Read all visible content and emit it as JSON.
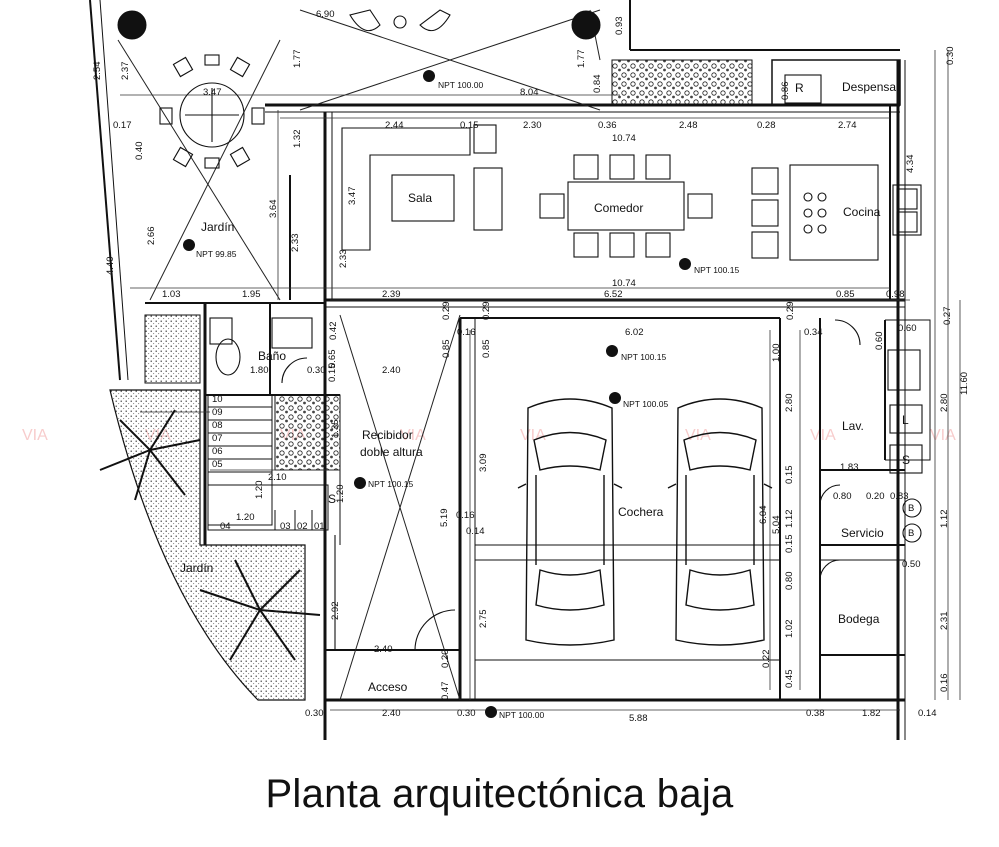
{
  "title": "Planta arquitectónica baja",
  "watermark": "VIA",
  "rooms": {
    "sala": "Sala",
    "comedor": "Comedor",
    "cocina": "Cocina",
    "despensa": "Despensa",
    "refrigerator": "R",
    "jardin_top": "Jardín",
    "jardin_bottom": "Jardín",
    "bano": "Baño",
    "recibidor_1": "Recibidor",
    "recibidor_2": "doble altura",
    "cochera": "Cochera",
    "lavanderia": "Lav.",
    "servicio": "Servicio",
    "bodega": "Bodega",
    "acceso": "Acceso",
    "stair_s": "S",
    "lav_l": "L",
    "lav_s": "S",
    "boiler_1": "B",
    "boiler_2": "B"
  },
  "levels": {
    "n1": "NPT 100.00",
    "n2": "NPT 99.85",
    "n3": "NPT 100.15",
    "n4": "NPT 100.15",
    "n5": "NPT 100.05",
    "n6": "NPT 100.15",
    "n7": "NPT 100.00"
  },
  "dimensions": {
    "d690": "6.90",
    "d347": "3.47",
    "d177a": "1.77",
    "d177b": "1.77",
    "d093": "0.93",
    "d030a": "0.30",
    "d254": "2.54",
    "d237": "2.37",
    "d804": "8.04",
    "d084": "0.84",
    "d086": "0.86",
    "d017": "0.17",
    "d040": "0.40",
    "d266": "2.66",
    "d440": "4.40",
    "d244": "2.44",
    "d015a": "0.15",
    "d230": "2.30",
    "d036": "0.36",
    "d248": "2.48",
    "d028": "0.28",
    "d274": "2.74",
    "d1074a": "10.74",
    "d132": "1.32",
    "d364": "3.64",
    "d347b": "3.47",
    "d233a": "2.33",
    "d233b": "2.33",
    "d434": "4.34",
    "d1074b": "10.74",
    "d103": "1.03",
    "d195": "1.95",
    "d239": "2.39",
    "d652": "6.52",
    "d085a": "0.85",
    "d098": "0.98",
    "d029a": "0.29",
    "d029b": "0.29",
    "d016a": "0.16",
    "d602": "6.02",
    "d029c": "0.29",
    "d034": "0.34",
    "d060a": "0.60",
    "d060b": "0.60",
    "d027": "0.27",
    "d042": "0.42",
    "d085b": "0.85",
    "d085c": "0.85",
    "d100": "1.00",
    "d1160": "11.60",
    "d180": "1.80",
    "d030b": "0.30",
    "d065": "0.65",
    "d015b": "0.15",
    "d240a": "2.40",
    "d280a": "2.80",
    "d280b": "2.80",
    "d309": "3.09",
    "d135": "1.35",
    "d210": "2.10",
    "d120a": "1.20",
    "d120b": "1.20",
    "d120c": "1.20",
    "d183": "1.83",
    "d080a": "0.80",
    "d020": "0.20",
    "d083": "0.83",
    "d015c": "0.15",
    "d112a": "1.12",
    "d112b": "1.12",
    "d519": "5.19",
    "d016b": "0.16",
    "d014a": "0.14",
    "d604": "6.04",
    "d504": "5.04",
    "d015d": "0.15",
    "d050": "0.50",
    "d292": "2.92",
    "d275": "2.75",
    "d080b": "0.80",
    "d102": "1.02",
    "d231": "2.31",
    "d240b": "2.40",
    "d047": "0.47",
    "d020b": "0.20",
    "d022": "0.22",
    "d045": "0.45",
    "d016c": "0.16",
    "d030c": "0.30",
    "d240c": "2.40",
    "d030d": "0.30",
    "d588": "5.88",
    "d038": "0.38",
    "d182": "1.82",
    "d014b": "0.14"
  },
  "stair_steps": [
    "10",
    "09",
    "08",
    "07",
    "06",
    "05",
    "04",
    "03",
    "02",
    "01"
  ]
}
